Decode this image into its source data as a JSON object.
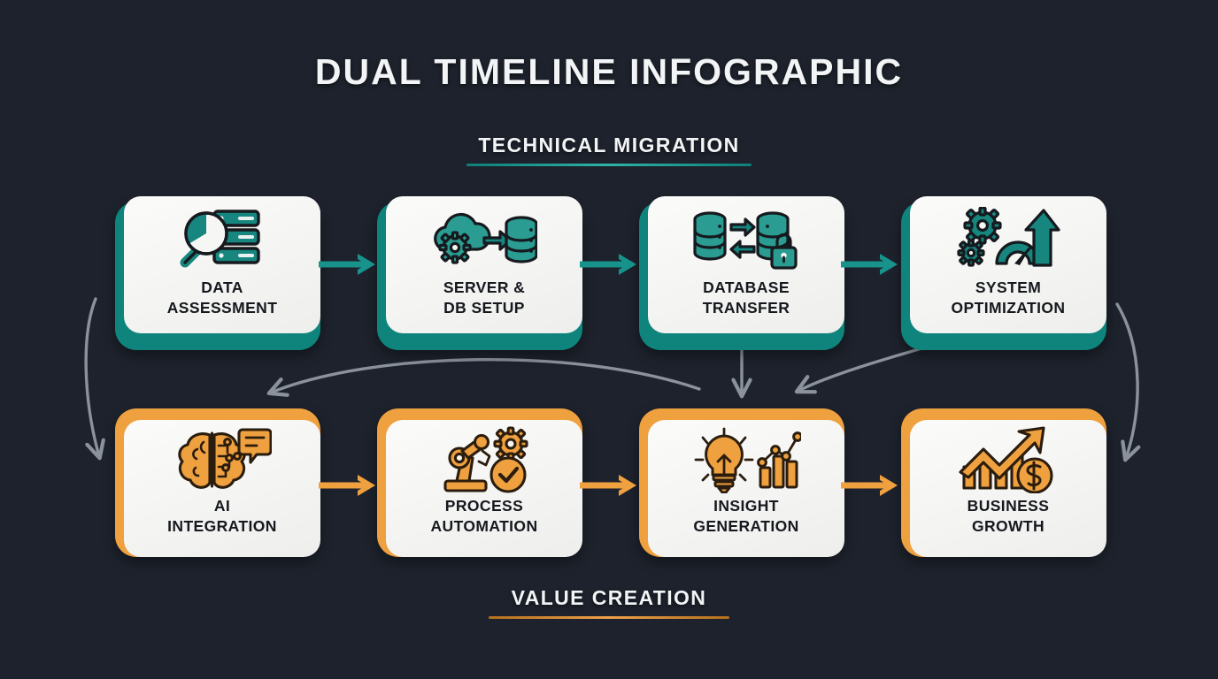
{
  "title": "DUAL TIMELINE INFOGRAPHIC",
  "background_color": "#1d222c",
  "bands": [
    {
      "id": "technical-migration",
      "heading": "TECHNICAL MIGRATION",
      "accent_color": "#0e847d",
      "heading_position": "top",
      "steps": [
        {
          "label_line1": "DATA",
          "label_line2": "ASSESSMENT",
          "icon": "magnifier-server-icon"
        },
        {
          "label_line1": "SERVER &",
          "label_line2": "DB SETUP",
          "icon": "cloud-gear-database-icon"
        },
        {
          "label_line1": "DATABASE",
          "label_line2": "TRANSFER",
          "icon": "database-sync-lock-icon"
        },
        {
          "label_line1": "SYSTEM",
          "label_line2": "OPTIMIZATION",
          "icon": "gears-gauge-arrow-icon"
        }
      ]
    },
    {
      "id": "value-creation",
      "heading": "VALUE CREATION",
      "accent_color": "#efa03f",
      "heading_position": "bottom",
      "steps": [
        {
          "label_line1": "AI",
          "label_line2": "INTEGRATION",
          "icon": "brain-circuit-chat-icon"
        },
        {
          "label_line1": "PROCESS",
          "label_line2": "AUTOMATION",
          "icon": "robot-arm-gear-check-icon"
        },
        {
          "label_line1": "INSIGHT",
          "label_line2": "GENERATION",
          "icon": "lightbulb-bar-chart-icon"
        },
        {
          "label_line1": "BUSINESS",
          "label_line2": "GROWTH",
          "icon": "growth-arrow-coin-icon"
        }
      ]
    }
  ],
  "connectors": {
    "flow_arrow_color_technical": "#17938b",
    "flow_arrow_color_value": "#efa03f",
    "cross_arrow_color": "#8b929c",
    "cross_arrow_count": 5
  }
}
